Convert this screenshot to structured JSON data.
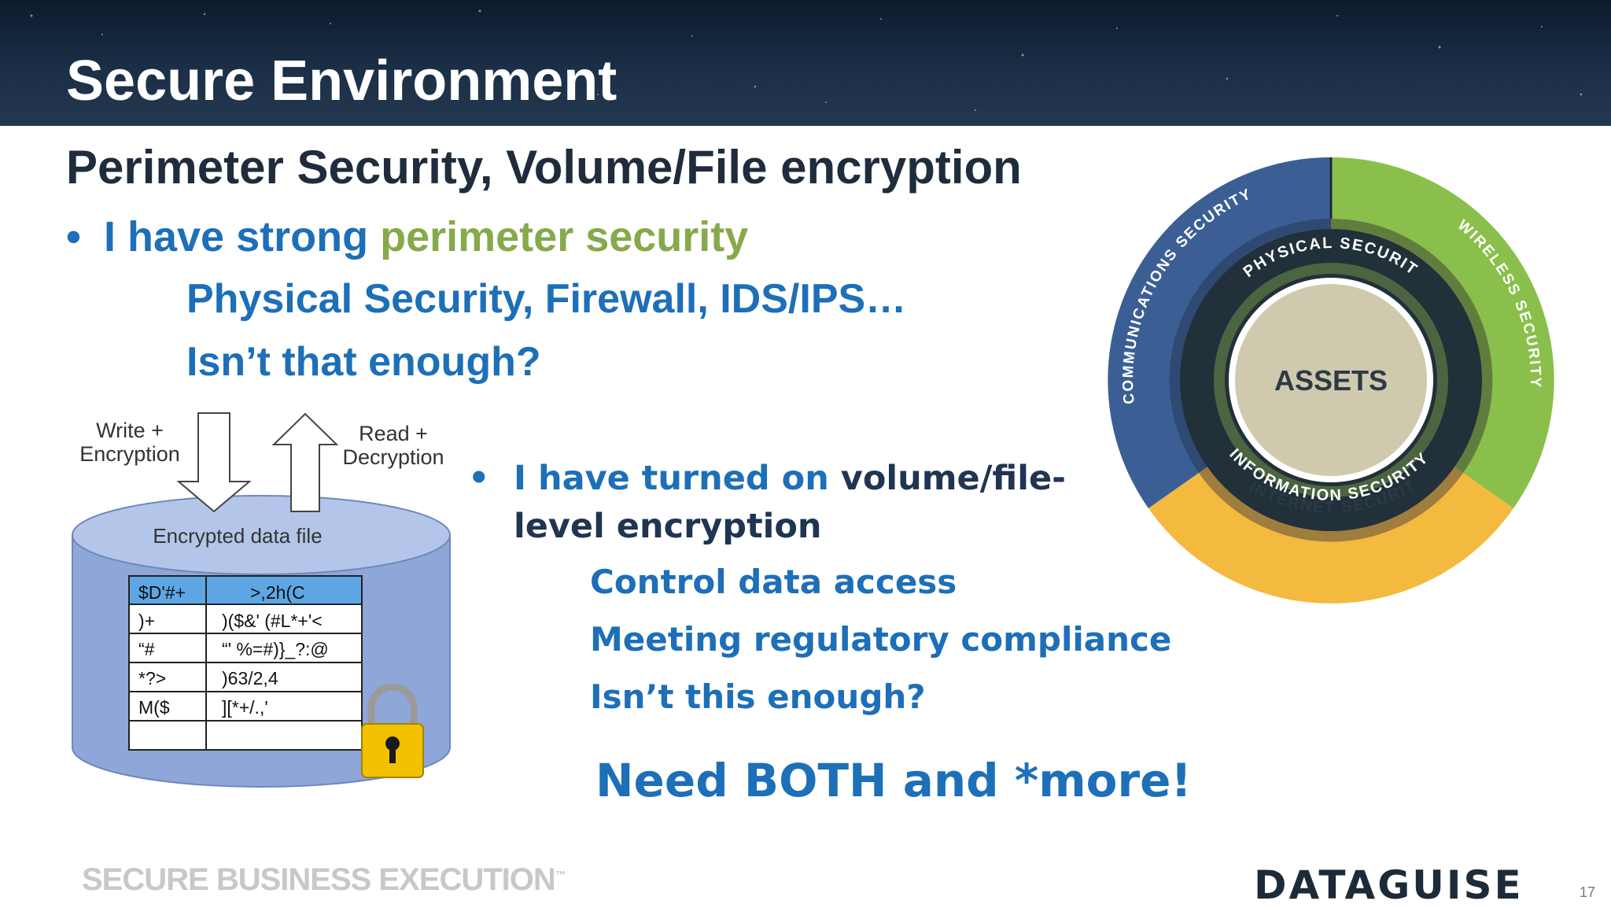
{
  "header": {
    "title": "Secure Environment"
  },
  "subtitle": "Perimeter Security, Volume/File encryption",
  "bullet1": {
    "prefix": "I have strong ",
    "highlight": "perimeter security",
    "lines": [
      "Physical Security, Firewall, IDS/IPS…",
      "Isn’t that enough?"
    ]
  },
  "diagram": {
    "write_label": [
      "Write +",
      "Encryption"
    ],
    "read_label": [
      "Read +",
      "Decryption"
    ],
    "cylinder_label": "Encrypted data file",
    "table_header": [
      "$D'#+",
      ">,2h(C"
    ],
    "table_rows": [
      [
        ")+",
        ")($&' (#L*+'<"
      ],
      [
        "“#",
        "“' %=#)}_?:@"
      ],
      [
        "*?>",
        ")63/2,4"
      ],
      [
        "M($",
        "][*+/.,'"
      ],
      [
        "",
        ""
      ]
    ]
  },
  "bullet2": {
    "prefix": "I have turned on ",
    "highlight": "volume/file-level encryption",
    "lines": [
      "Control data access",
      "Meeting regulatory compliance",
      "Isn’t this enough?"
    ]
  },
  "conclusion": "Need BOTH and *more!",
  "wheel": {
    "center": "ASSETS",
    "inner_ring": "PHYSICAL SECURITY",
    "outer_left": "COMMUNICATIONS SECURITY",
    "outer_right": "WIRELESS SECURITY",
    "middle_bottom": "INFORMATION SECURITY",
    "outer_bottom": "INTERNET SECURITY",
    "colors": {
      "blue": "#3b5f95",
      "green": "#8bbf4b",
      "yellow": "#f4b93f",
      "dark": "#22303a",
      "center": "#cfc9ae"
    }
  },
  "footer": {
    "tagline": "SECURE BUSINESS EXECUTION",
    "tm": "™",
    "logo": "DATAGUISE",
    "page": "17"
  }
}
